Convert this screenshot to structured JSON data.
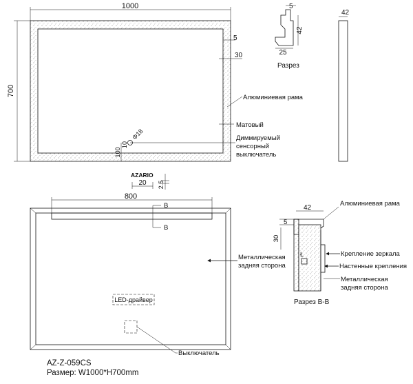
{
  "front_view": {
    "width_dim": "1000",
    "height_dim": "700",
    "frame_dim": "5",
    "inset_dim": "30",
    "label_frame": "Алюминиевая рама",
    "label_matte": "Матовый",
    "label_switch_line1": "Диммируемый",
    "label_switch_line2": "сенсорный",
    "label_switch_line3": "выключатель",
    "switch_diameter": "Φ18",
    "switch_offset": "100",
    "switch_x_dim": "10"
  },
  "logo": {
    "brand": "AZARIO",
    "width_dim": "20",
    "thickness_dim": "2.5"
  },
  "section_top": {
    "dim_top": "5",
    "dim_height": "42",
    "dim_width": "25",
    "title": "Разрез"
  },
  "side_view": {
    "depth_dim": "42"
  },
  "back_view": {
    "width_dim": "800",
    "cut_mark_top": "B",
    "cut_mark_bottom": "B",
    "label_back_line1": "Металлическая",
    "label_back_line2": "задняя сторона",
    "led_driver": "LED-драйвер",
    "label_switch": "Выключатель"
  },
  "section_bb": {
    "depth_dim": "42",
    "dim_5": "5",
    "dim_30": "30",
    "label_frame": "Алюминиевая рама",
    "label_mirror_mount": "Крепление зеркала",
    "label_wall_mount": "Настенные крепления",
    "label_back_line1": "Металлическая",
    "label_back_line2": "задняя сторона",
    "title": "Разрез B-B"
  },
  "caption": {
    "model": "AZ-Z-059CS",
    "size": "Размер: W1000*H700mm"
  }
}
